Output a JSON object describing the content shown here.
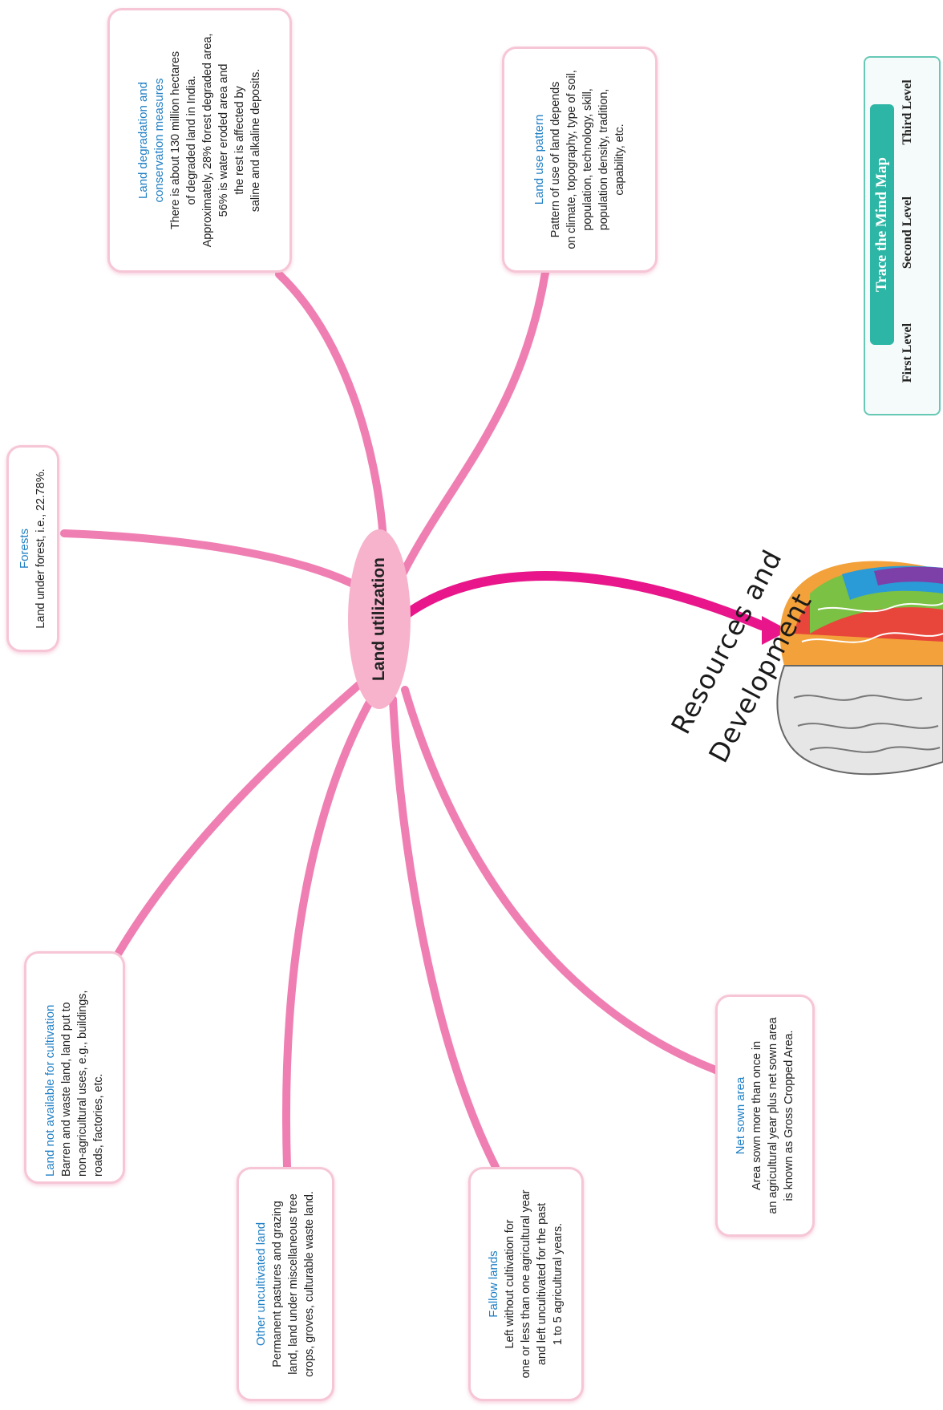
{
  "center": {
    "label": "Land utilization"
  },
  "branding": {
    "line1": "Resources and",
    "line2": "Development"
  },
  "nodes": [
    {
      "id": "degradation",
      "title_lines": [
        "Land degradation and",
        "conservation measures"
      ],
      "body_lines": [
        "There is about 130 million hectares",
        "of degraded land in India.",
        "Approximately, 28% forest degraded area,",
        "56% is water eroded area and",
        "the rest is affected by",
        "saline and alkaline deposits."
      ]
    },
    {
      "id": "land-use",
      "title_lines": [
        "Land use pattern"
      ],
      "body_lines": [
        "Pattern of use of land depends",
        "on climate, topography, type of soil,",
        "population, technology, skill,",
        "population density, tradition,",
        "capability, etc."
      ]
    },
    {
      "id": "forests",
      "title_lines": [
        "Forests"
      ],
      "body_lines": [
        "Land under forest, i.e., 22.78%."
      ]
    },
    {
      "id": "not-available",
      "title_lines": [
        "Land not available for cultivation"
      ],
      "body_lines": [
        "Barren and waste land, land put to",
        "non-agricultural uses, e.g., buildings,",
        "roads, factories, etc."
      ]
    },
    {
      "id": "uncultivated",
      "title_lines": [
        "Other uncultivated land"
      ],
      "body_lines": [
        "Permanent pastures and grazing",
        "land, land under miscellaneous tree",
        "crops, groves, culturable waste land."
      ]
    },
    {
      "id": "fallow",
      "title_lines": [
        "Fallow lands"
      ],
      "body_lines": [
        "Left without cultivation for",
        "one or less than one agricultural year",
        "and left uncultivated for the past",
        "1 to 5 agricultural years."
      ]
    },
    {
      "id": "net-sown",
      "title_lines": [
        "Net sown area"
      ],
      "body_lines": [
        "Area sown more than once in",
        "an agricultural year plus net sown area",
        "is known as Gross Cropped Area."
      ]
    }
  ],
  "trace": {
    "heading": "Trace the Mind Map",
    "levels": [
      "First Level",
      "Second Level",
      "Third Level"
    ],
    "colors": {
      "teal": "#2db6a5"
    }
  },
  "colors": {
    "branch": "#ef7fb3",
    "main_branch": "#e8168a",
    "title_blue": "#1f7fc4",
    "card_border": "#f6c6d6"
  }
}
